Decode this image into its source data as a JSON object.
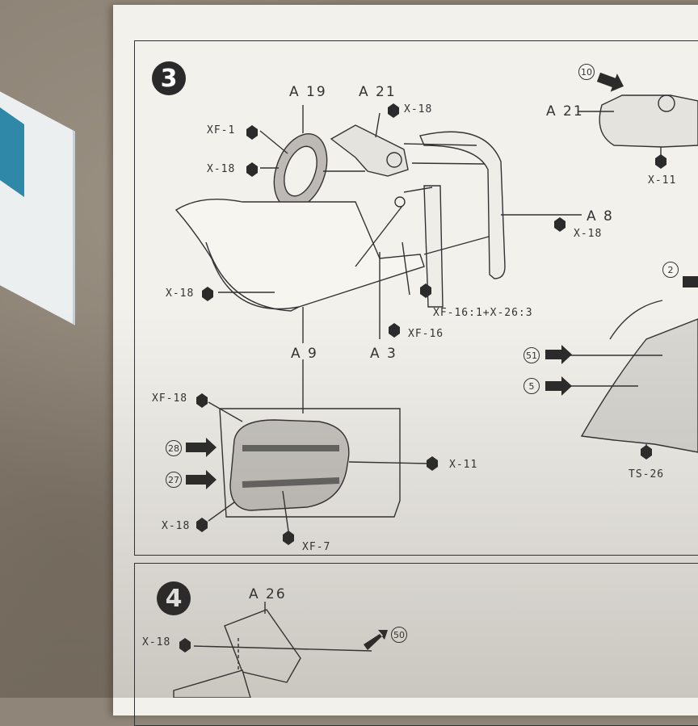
{
  "steps": [
    {
      "number": "3"
    },
    {
      "number": "4"
    }
  ],
  "step3_labels": {
    "a19": "A 19",
    "a21": "A 21",
    "a21_right": "A 21",
    "x18_top": "X-18",
    "xf1": "XF-1",
    "x18_wheel": "X-18",
    "a8": "A 8",
    "x18_a8": "X-18",
    "x18_left": "X-18",
    "xf16_mix": "XF-16:1+X-26:3",
    "xf16": "XF-16",
    "a9": "A 9",
    "a3": "A 3",
    "x11_right": "X-11",
    "xf18": "XF-18",
    "x11_seat": "X-11",
    "x18_seat": "X-18",
    "xf7": "XF-7",
    "ts26": "TS-26"
  },
  "step3_numbers": {
    "n10": "10",
    "n2": "2",
    "n51": "51",
    "n5": "5",
    "n28": "28",
    "n27": "27"
  },
  "step4_labels": {
    "a26": "A 26",
    "x18": "X-18",
    "n50": "50"
  }
}
